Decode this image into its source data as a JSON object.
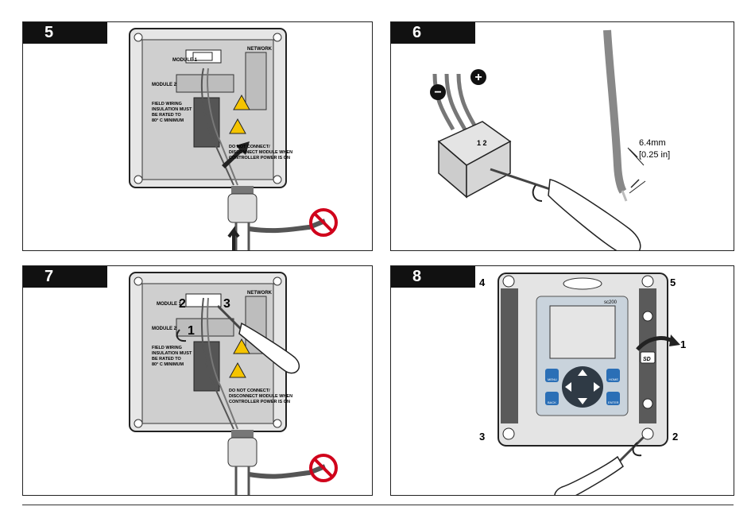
{
  "steps": [
    {
      "number": "5"
    },
    {
      "number": "6"
    },
    {
      "number": "7"
    },
    {
      "number": "8"
    }
  ],
  "enclosure": {
    "module1": "MODULE 1",
    "module2": "MODULE 2",
    "network": "NETWORK",
    "insulation_line1": "FIELD WIRING",
    "insulation_line2": "INSULATION MUST",
    "insulation_line3": "BE RATED TO",
    "insulation_line4": "80° C MINIMUM",
    "warning_line1": "DO NOT CONNECT/",
    "warning_line2": "DISCONNECT MODULE WHEN",
    "warning_line3": "CONTROLLER POWER IS ON"
  },
  "connector": {
    "minus": "−",
    "plus": "+",
    "terminal_numbers": "1 2",
    "strip_length_mm": "6.4mm",
    "strip_length_in": "[0.25 in]"
  },
  "step7_labels": {
    "a": "2",
    "b": "3",
    "c": "1"
  },
  "controller": {
    "brand": "sc200",
    "menu": "MENU",
    "home": "HOME",
    "back": "BACK",
    "enter": "ENTER",
    "sd": "SD",
    "callouts": {
      "c1": "1",
      "c2": "2",
      "c3": "3",
      "c4": "4",
      "c5": "5"
    }
  }
}
